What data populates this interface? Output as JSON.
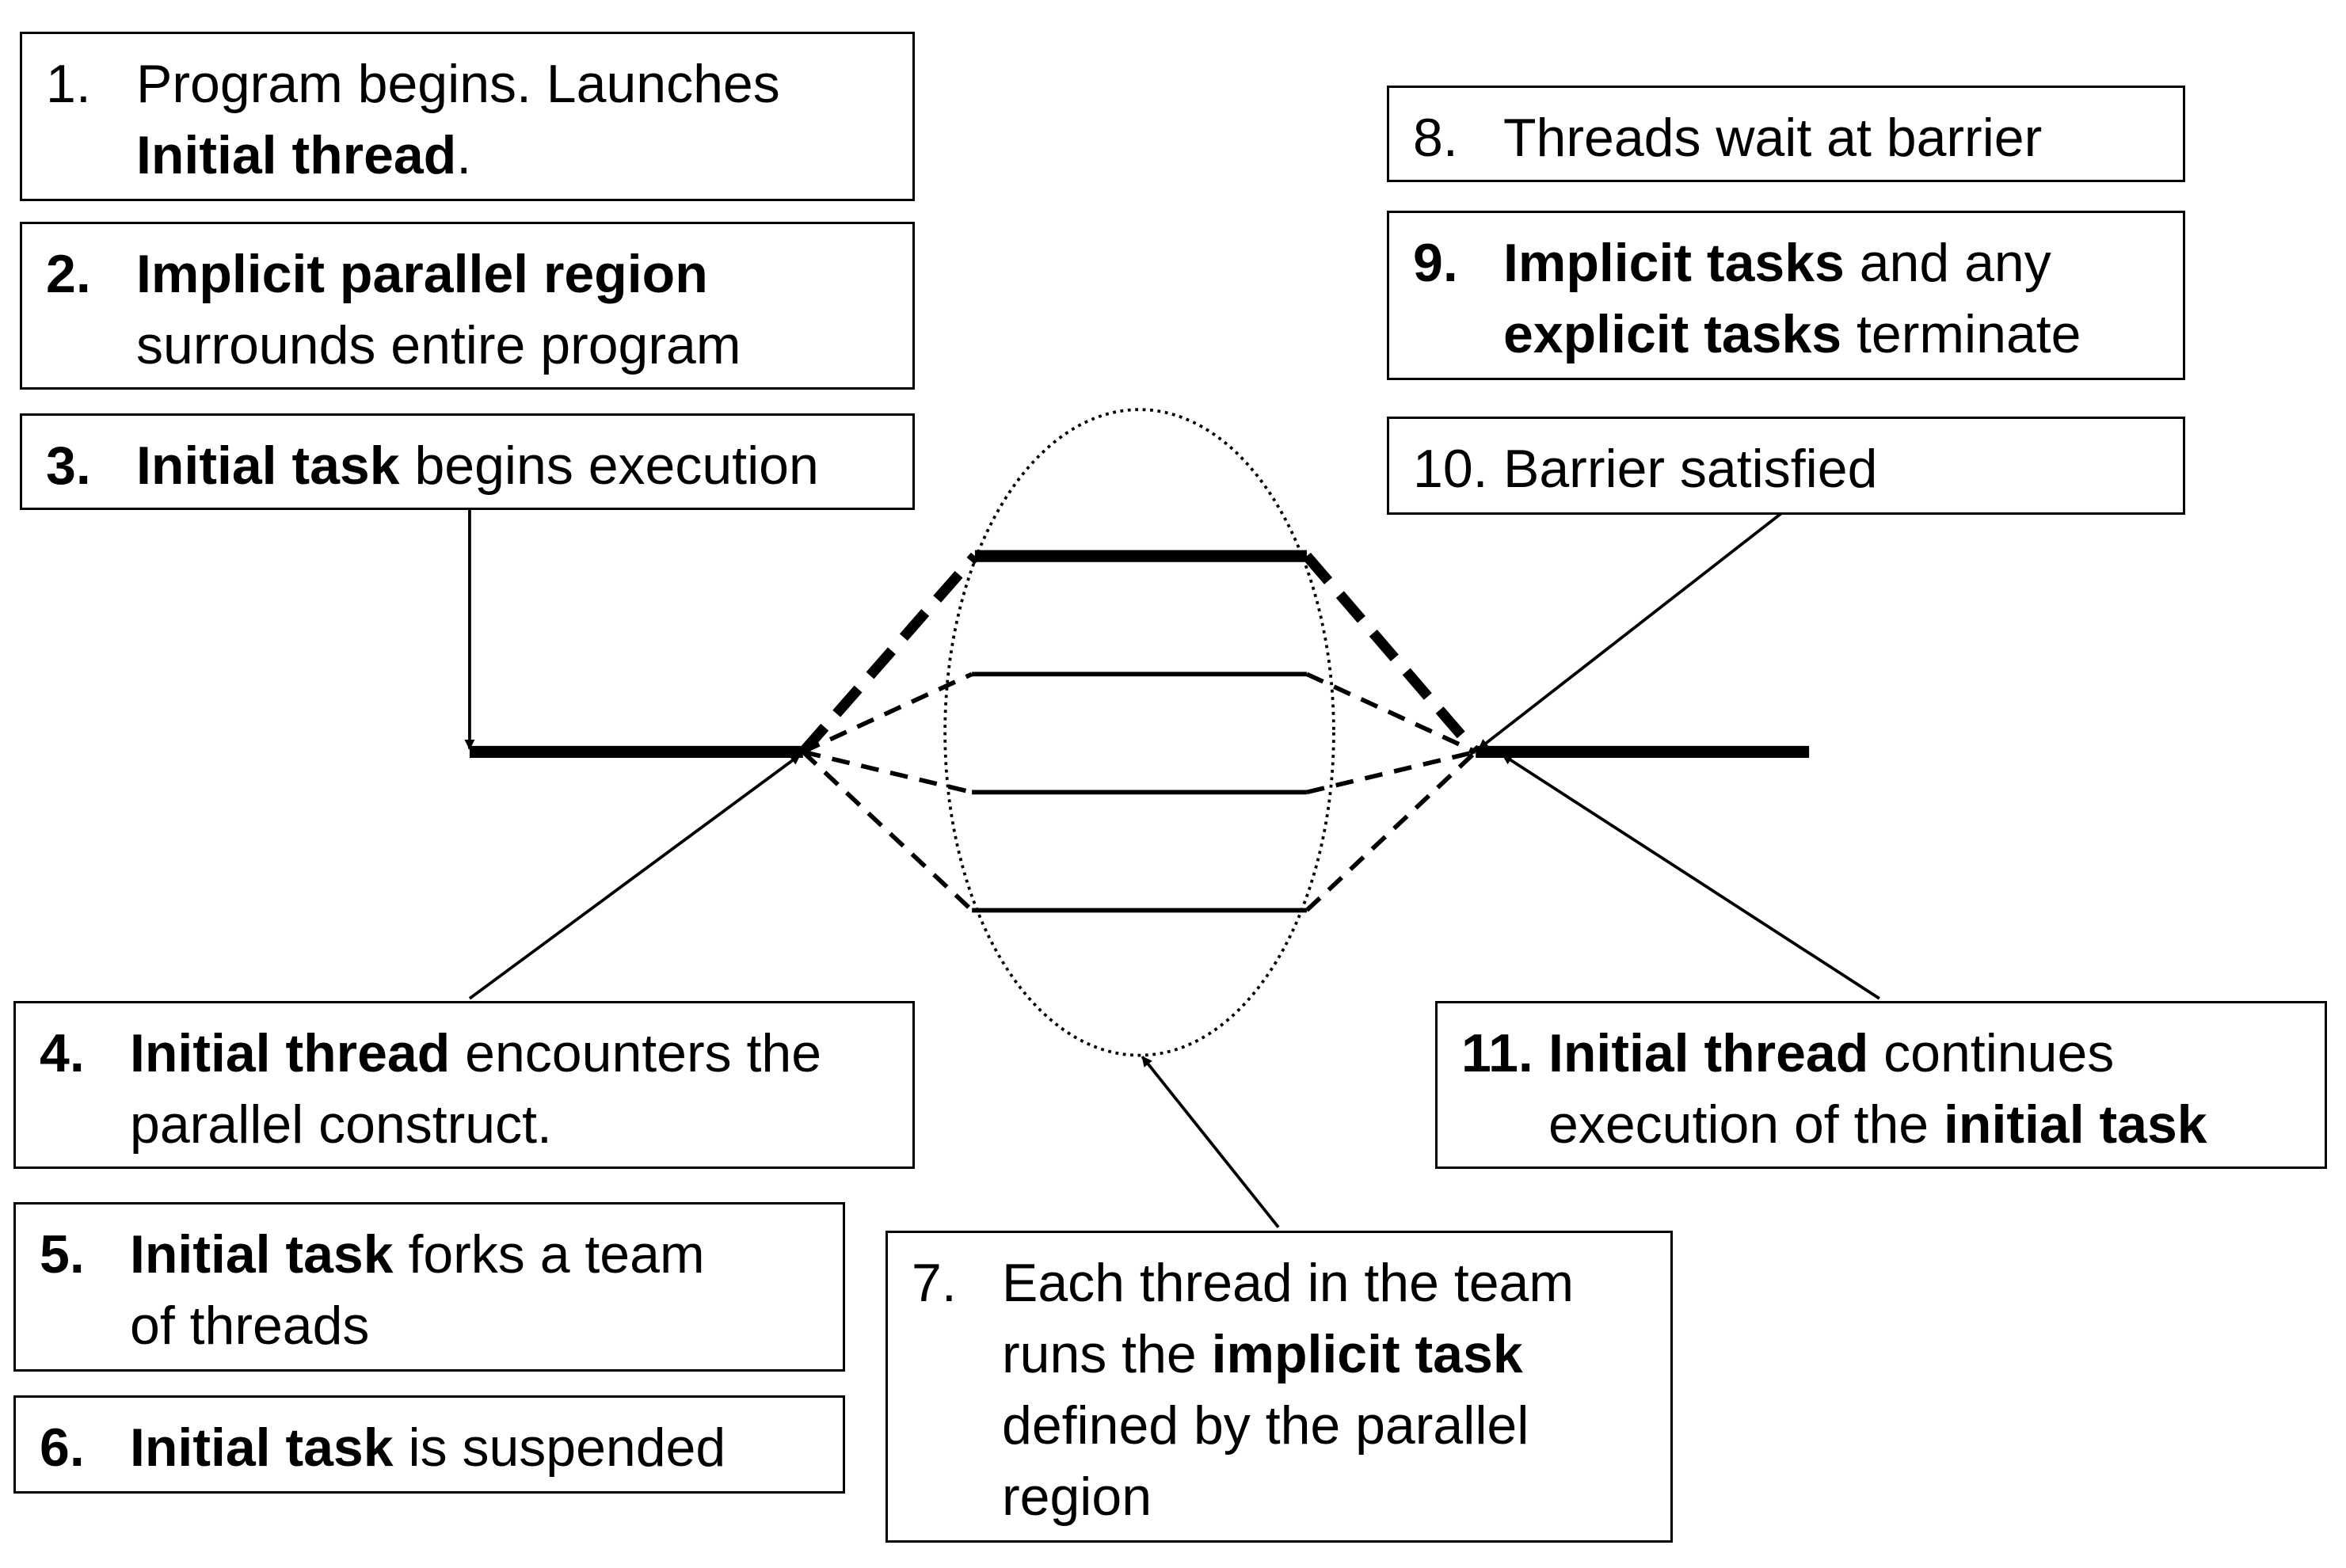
{
  "steps": [
    {
      "num": "1.",
      "lines": [
        [
          {
            "t": "Program begins.  Launches",
            "b": false
          }
        ],
        [
          {
            "t": "Initial thread",
            "b": true
          },
          {
            "t": ".",
            "b": false
          }
        ]
      ]
    },
    {
      "num": "2.",
      "lines": [
        [
          {
            "t": "Implicit parallel region",
            "b": true
          }
        ],
        [
          {
            "t": "surrounds entire program",
            "b": false
          }
        ]
      ]
    },
    {
      "num": "3.",
      "lines": [
        [
          {
            "t": "Initial task",
            "b": true
          },
          {
            "t": " begins execution",
            "b": false
          }
        ]
      ]
    },
    {
      "num": "4.",
      "lines": [
        [
          {
            "t": "Initial thread",
            "b": true
          },
          {
            "t": " encounters the",
            "b": false
          }
        ],
        [
          {
            "t": "parallel construct.",
            "b": false
          }
        ]
      ]
    },
    {
      "num": "5.",
      "lines": [
        [
          {
            "t": "Initial task",
            "b": true
          },
          {
            "t": " forks a team",
            "b": false
          }
        ],
        [
          {
            "t": "of threads",
            "b": false
          }
        ]
      ]
    },
    {
      "num": "6.",
      "lines": [
        [
          {
            "t": "Initial task",
            "b": true
          },
          {
            "t": " is suspended",
            "b": false
          }
        ]
      ]
    },
    {
      "num": "7.",
      "lines": [
        [
          {
            "t": "Each thread in the team",
            "b": false
          }
        ],
        [
          {
            "t": "runs the ",
            "b": false
          },
          {
            "t": "implicit task",
            "b": true
          }
        ],
        [
          {
            "t": "defined by the parallel",
            "b": false
          }
        ],
        [
          {
            "t": "region",
            "b": false
          }
        ]
      ]
    },
    {
      "num": "8.",
      "lines": [
        [
          {
            "t": "Threads wait at barrier",
            "b": false
          }
        ]
      ]
    },
    {
      "num": "9.",
      "lines": [
        [
          {
            "t": "Implicit tasks",
            "b": true
          },
          {
            "t": " and any",
            "b": false
          }
        ],
        [
          {
            "t": "explicit tasks",
            "b": true
          },
          {
            "t": " terminate",
            "b": false
          }
        ]
      ]
    },
    {
      "num": "10.",
      "lines": [
        [
          {
            "t": "Barrier satisfied",
            "b": false
          }
        ]
      ]
    },
    {
      "num": "11.",
      "lines": [
        [
          {
            "t": "Initial thread",
            "b": true
          },
          {
            "t": " continues",
            "b": false
          }
        ],
        [
          {
            "t": "execution of the ",
            "b": false
          },
          {
            "t": "initial task",
            "b": true
          }
        ]
      ]
    }
  ]
}
